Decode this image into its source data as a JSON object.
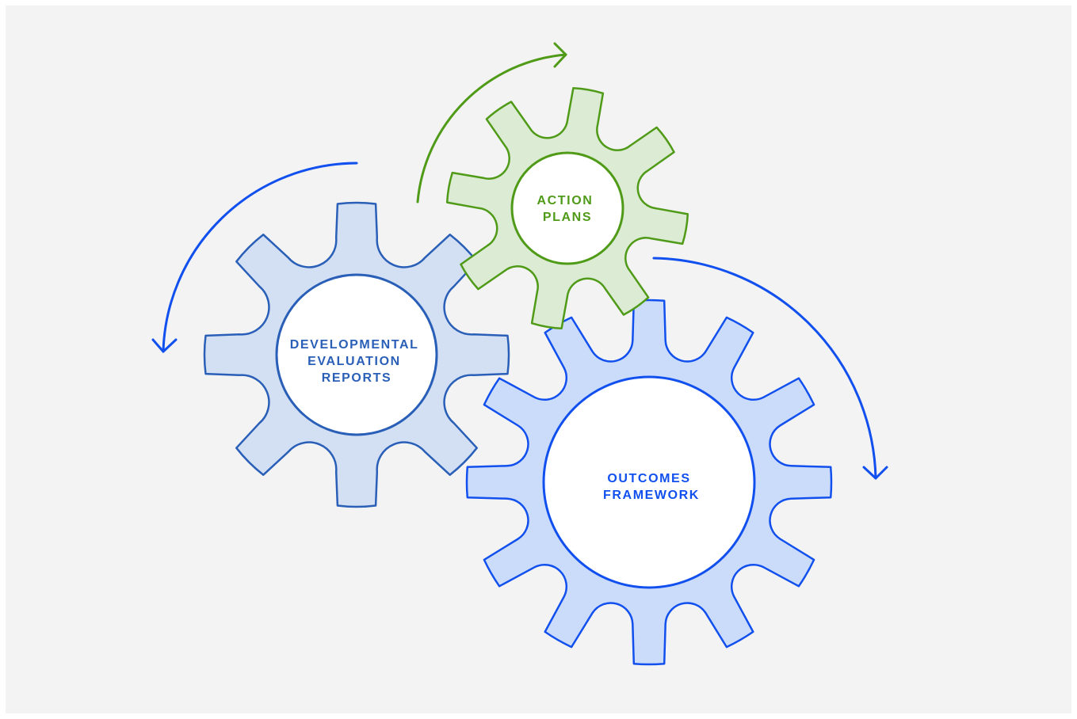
{
  "colors": {
    "background": "#f3f3f3",
    "dev_gear_fill": "#d3e0f3",
    "dev_gear_stroke": "#2a5fb8",
    "dev_text": "#2a5fb8",
    "action_gear_fill": "#dcebd3",
    "action_gear_stroke": "#4f9a17",
    "action_text": "#4f9a17",
    "outcomes_gear_fill": "#cbdcfa",
    "outcomes_gear_stroke": "#1150ee",
    "outcomes_text": "#1150ee",
    "arrow_blue": "#1150ee",
    "arrow_green": "#4f9a17"
  },
  "gears": {
    "developmental": {
      "lines": [
        "DEVELOPMENTAL",
        "EVALUATION",
        "REPORTS"
      ]
    },
    "action": {
      "lines": [
        "ACTION",
        "PLANS"
      ]
    },
    "outcomes": {
      "lines": [
        "OUTCOMES",
        "FRAMEWORK"
      ]
    }
  },
  "arrows": {
    "left": {
      "direction": "counter-clockwise",
      "icon": "curved-arrow-down-icon"
    },
    "top": {
      "direction": "clockwise",
      "icon": "curved-arrow-right-icon"
    },
    "right": {
      "direction": "clockwise",
      "icon": "curved-arrow-down-icon"
    }
  }
}
